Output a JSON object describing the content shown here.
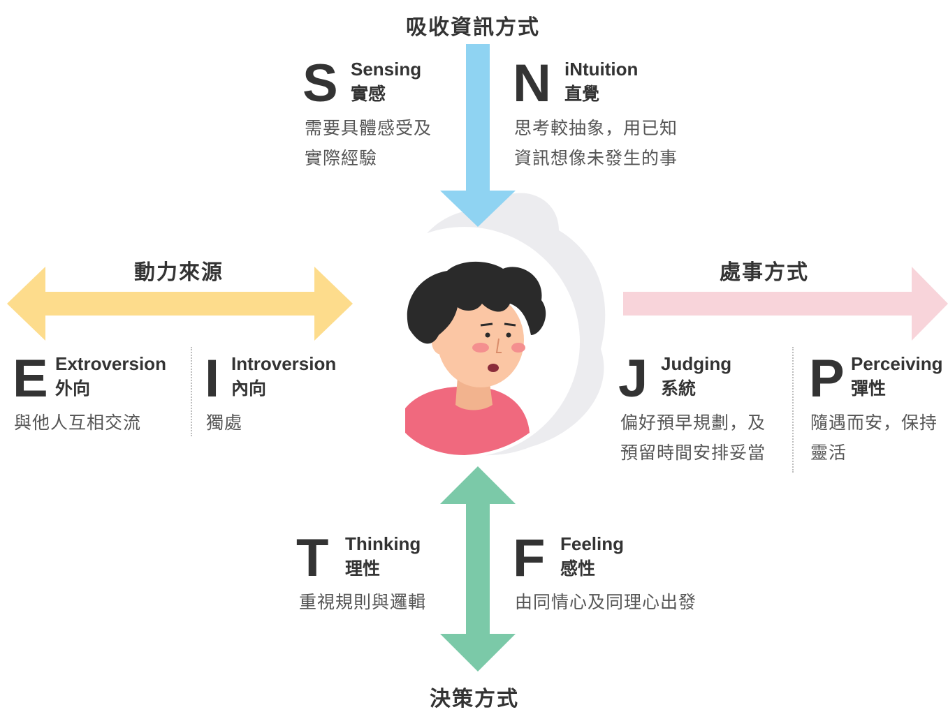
{
  "axes": {
    "top": "吸收資訊方式",
    "left": "動力來源",
    "right": "處事方式",
    "bottom": "決策方式"
  },
  "types": {
    "S": {
      "letter": "S",
      "en": "Sensing",
      "zh": "實感",
      "desc_lines": [
        "需要具體感受及",
        "實際經驗"
      ]
    },
    "N": {
      "letter": "N",
      "en": "iNtuition",
      "zh": "直覺",
      "desc_lines": [
        "思考較抽象，用已知",
        "資訊想像未發生的事"
      ]
    },
    "E": {
      "letter": "E",
      "en": "Extroversion",
      "zh": "外向",
      "desc_lines": [
        "與他人互相交流"
      ]
    },
    "I": {
      "letter": "I",
      "en": "Introversion",
      "zh": "內向",
      "desc_lines": [
        "獨處"
      ]
    },
    "J": {
      "letter": "J",
      "en": "Judging",
      "zh": "系統",
      "desc_lines": [
        "偏好預早規劃，及",
        "預留時間安排妥當"
      ]
    },
    "P": {
      "letter": "P",
      "en": "Perceiving",
      "zh": "彈性",
      "desc_lines": [
        "隨遇而安，保持",
        "靈活"
      ]
    },
    "T": {
      "letter": "T",
      "en": "Thinking",
      "zh": "理性",
      "desc_lines": [
        "重視規則與邏輯"
      ]
    },
    "F": {
      "letter": "F",
      "en": "Feeling",
      "zh": "感性",
      "desc_lines": [
        "由同情心及同理心出發"
      ]
    }
  },
  "colors": {
    "sensing_arrow": "#8fd3f2",
    "energy_arrow": "#fddc8c",
    "lifestyle_arrow": "#f8d4da",
    "decision_arrow": "#7bc9a8",
    "shirt": "#f0697e",
    "hair": "#2a2a2a",
    "skin": "#fbc6a4",
    "swirl": "#ececef"
  },
  "icons": [
    "person-avatar-icon"
  ]
}
